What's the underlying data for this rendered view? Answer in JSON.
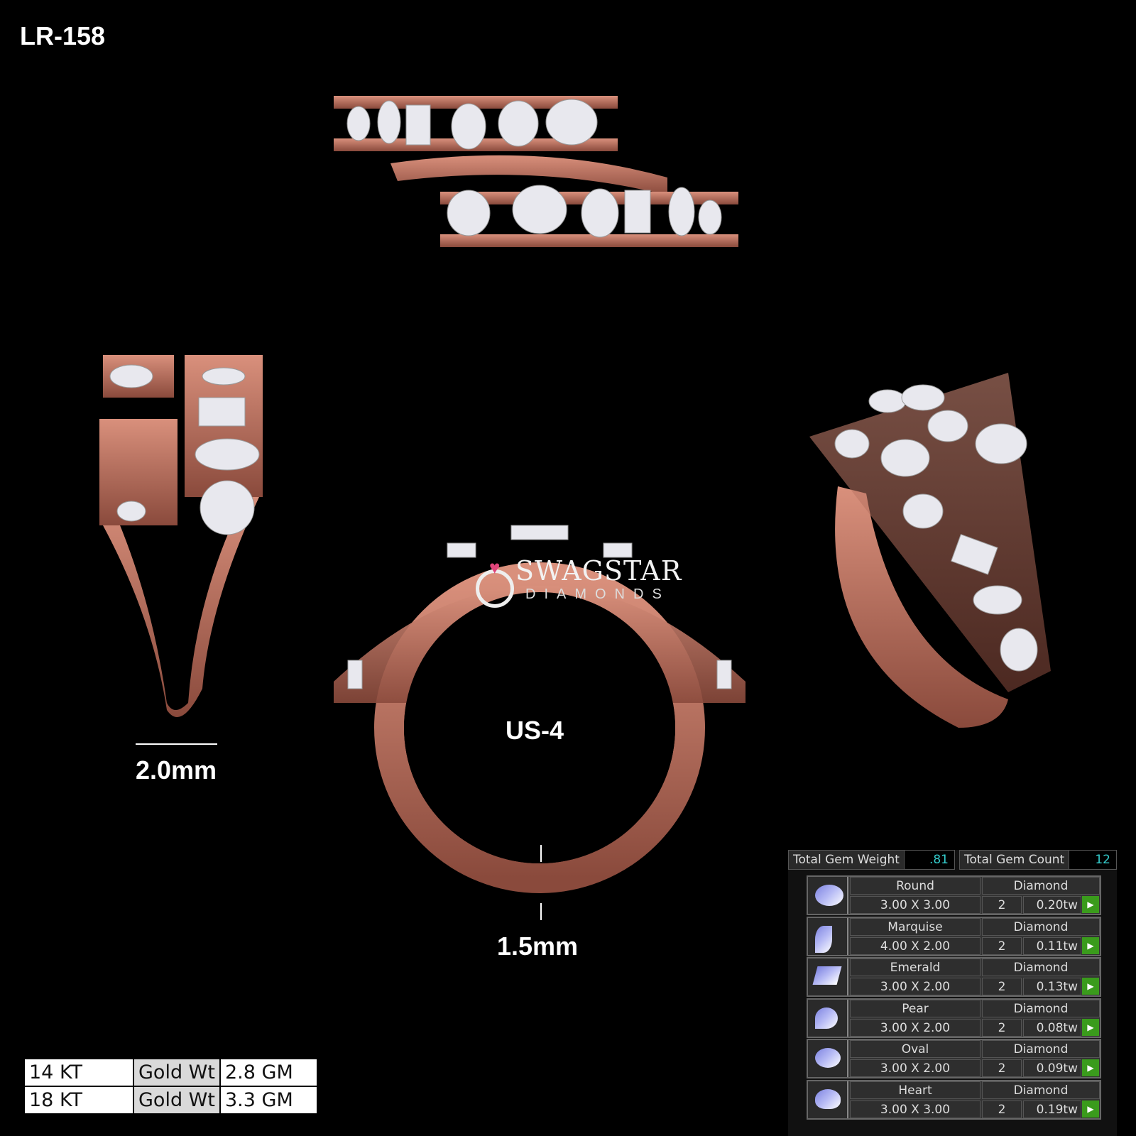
{
  "sku": "LR-158",
  "measurements": {
    "shank_width": "2.0mm",
    "band_thickness": "1.5mm",
    "ring_size": "US-4"
  },
  "logo": {
    "name": "SWAGSTAR",
    "sub": "DIAMONDS"
  },
  "gold_weights": [
    {
      "karat": "14 KT",
      "label": "Gold Wt",
      "weight": "2.8 GM"
    },
    {
      "karat": "18 KT",
      "label": "Gold Wt",
      "weight": "3.3 GM"
    }
  ],
  "gem_summary": {
    "weight_label": "Total Gem Weight",
    "weight": ".81",
    "count_label": "Total Gem Count",
    "count": "12"
  },
  "gems": [
    {
      "shape": "Round",
      "type": "Diamond",
      "size": "3.00 X 3.00",
      "qty": "2",
      "weight": "0.20tw",
      "icon": "round-gem-icon"
    },
    {
      "shape": "Marquise",
      "type": "Diamond",
      "size": "4.00 X 2.00",
      "qty": "2",
      "weight": "0.11tw",
      "icon": "marquise-gem-icon"
    },
    {
      "shape": "Emerald",
      "type": "Diamond",
      "size": "3.00 X 2.00",
      "qty": "2",
      "weight": "0.13tw",
      "icon": "emerald-gem-icon"
    },
    {
      "shape": "Pear",
      "type": "Diamond",
      "size": "3.00 X 2.00",
      "qty": "2",
      "weight": "0.08tw",
      "icon": "pear-gem-icon"
    },
    {
      "shape": "Oval",
      "type": "Diamond",
      "size": "3.00 X 2.00",
      "qty": "2",
      "weight": "0.09tw",
      "icon": "oval-gem-icon"
    },
    {
      "shape": "Heart",
      "type": "Diamond",
      "size": "3.00 X 3.00",
      "qty": "2",
      "weight": "0.19tw",
      "icon": "heart-gem-icon"
    }
  ],
  "colors": {
    "rose_gold": "#b8705f",
    "accent": "#33cccc",
    "go_button": "#3a9b1c"
  }
}
